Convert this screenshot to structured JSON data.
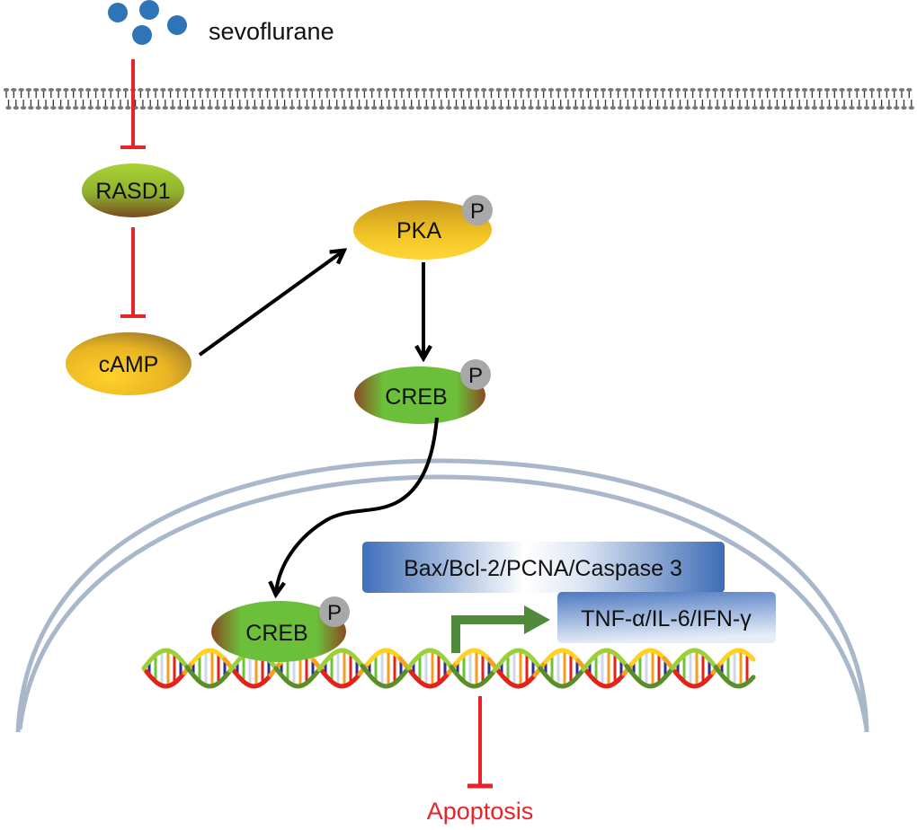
{
  "title": "Sevoflurane RASD1/cAMP/PKA/CREB signaling pathway",
  "drug": {
    "label": "sevoflurane",
    "icon": "molecule-dots-icon",
    "dot_color": "#2f74b8"
  },
  "nodes": {
    "rasd1": {
      "label": "RASD1",
      "phosphorylated": false
    },
    "camp": {
      "label": "cAMP",
      "phosphorylated": false
    },
    "pka": {
      "label": "PKA",
      "phosphorylated": true
    },
    "creb_cytoplasm": {
      "label": "CREB",
      "phosphorylated": true
    },
    "creb_nucleus": {
      "label": "CREB",
      "phosphorylated": true
    }
  },
  "phospho_label": "P",
  "gene_boxes": {
    "apoptosis_genes": "Bax/Bcl-2/PCNA/Caspase 3",
    "inflammatory_genes": "TNF-α/IL-6/IFN-γ"
  },
  "outcome": {
    "label": "Apoptosis",
    "color": "#e8232a"
  },
  "edges": [
    {
      "from": "sevoflurane",
      "to": "RASD1",
      "type": "inhibition",
      "color": "#e8232a"
    },
    {
      "from": "RASD1",
      "to": "cAMP",
      "type": "inhibition",
      "color": "#e8232a"
    },
    {
      "from": "cAMP",
      "to": "PKA",
      "type": "activation",
      "color": "#000000"
    },
    {
      "from": "PKA",
      "to": "CREB",
      "type": "activation",
      "color": "#000000"
    },
    {
      "from": "CREB",
      "to": "CREB (nucleus)",
      "type": "translocation",
      "color": "#000000"
    },
    {
      "from": "promoter",
      "to": "TNF-α/IL-6/IFN-γ",
      "type": "transcription",
      "color": "#4f8a3a"
    },
    {
      "from": "DNA",
      "to": "Apoptosis",
      "type": "inhibition",
      "color": "#e8232a"
    }
  ],
  "colors": {
    "inhibition": "#e8232a",
    "membrane": "#555555",
    "nuclear_envelope": "#a9b7cb",
    "box_blue": "#3f6fba",
    "phospho_badge": "#a8a8a8"
  }
}
